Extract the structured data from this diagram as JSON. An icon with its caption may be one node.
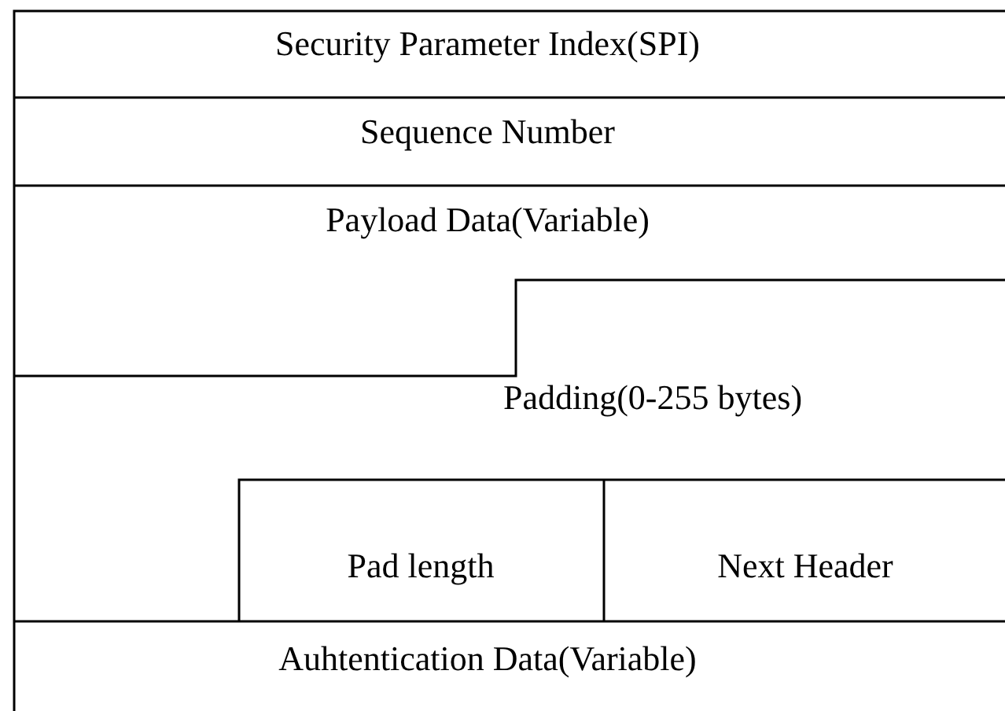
{
  "diagram": {
    "nodes": [
      {
        "text": [
          "Security Parameter Index(SPI)"
        ]
      },
      {
        "text": [
          "Sequence Number"
        ]
      },
      {
        "text": [
          "Payload Data(Variable)"
        ]
      },
      {
        "text": [
          "Padding(0-255 bytes)"
        ]
      },
      {
        "text": [
          "Pad length"
        ]
      },
      {
        "text": [
          "Next Header"
        ]
      },
      {
        "text": [
          "Auhtentication Data(Variable)"
        ]
      }
    ]
  }
}
